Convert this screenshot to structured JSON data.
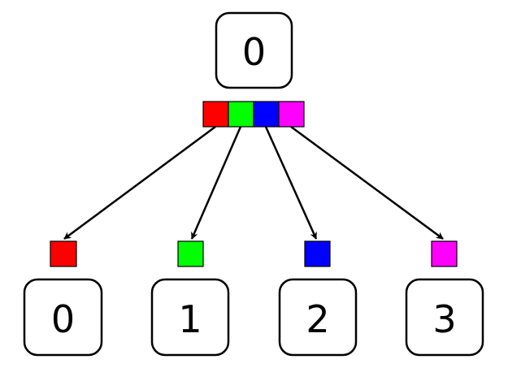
{
  "root": {
    "label": "0",
    "slots": [
      {
        "color": "#ff0000"
      },
      {
        "color": "#00ff00"
      },
      {
        "color": "#0000ff"
      },
      {
        "color": "#ff00ff"
      }
    ]
  },
  "children": [
    {
      "label": "0",
      "color": "#ff0000"
    },
    {
      "label": "1",
      "color": "#00ff00"
    },
    {
      "label": "2",
      "color": "#0000ff"
    },
    {
      "label": "3",
      "color": "#ff00ff"
    }
  ],
  "colors": {
    "stroke": "#000000",
    "background": "#ffffff"
  }
}
